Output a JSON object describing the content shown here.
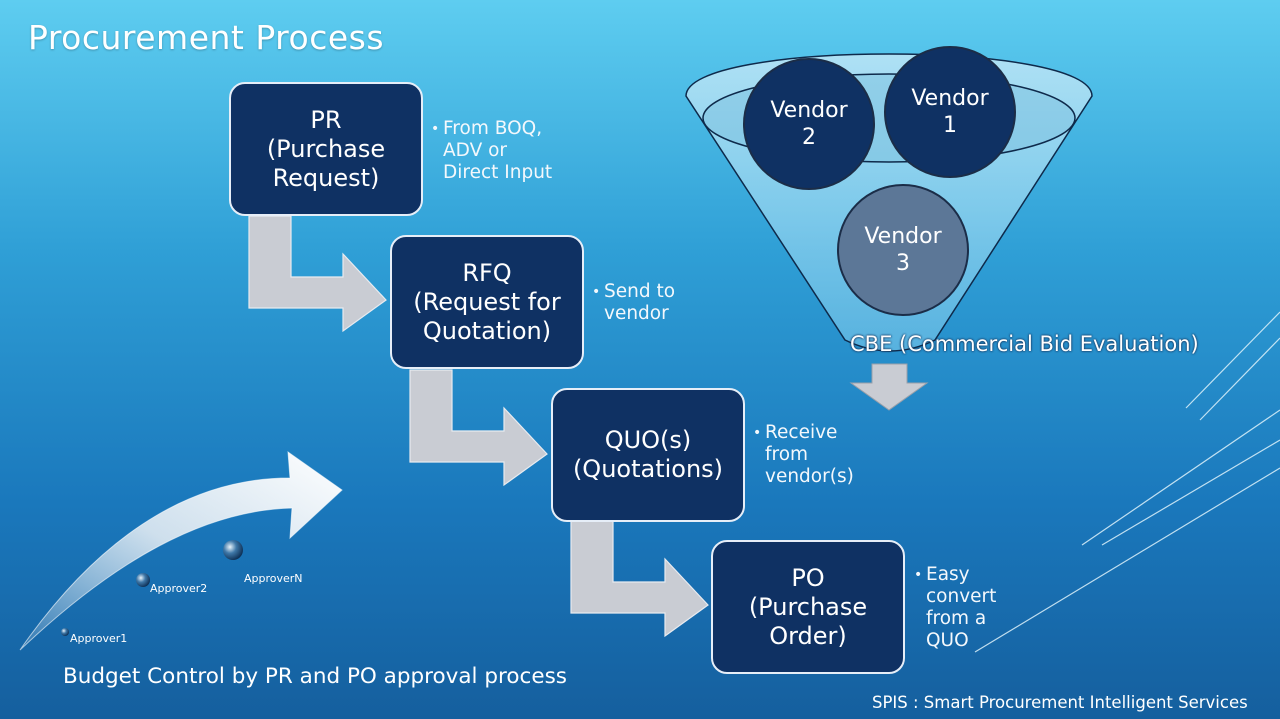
{
  "title": "Procurement Process",
  "steps": [
    {
      "lines": [
        "PR",
        "(Purchase",
        "Request)"
      ],
      "note": [
        "From BOQ,",
        "ADV or",
        "Direct Input"
      ]
    },
    {
      "lines": [
        "RFQ",
        "(Request for",
        "Quotation)"
      ],
      "note": [
        "Send to",
        "vendor"
      ]
    },
    {
      "lines": [
        "QUO(s)",
        "(Quotations)"
      ],
      "note": [
        "Receive",
        "from",
        "vendor(s)"
      ]
    },
    {
      "lines": [
        "PO",
        "(Purchase",
        "Order)"
      ],
      "note": [
        "Easy",
        "convert",
        "from a",
        "QUO"
      ]
    }
  ],
  "vendors": [
    {
      "lines": [
        "Vendor",
        "2"
      ]
    },
    {
      "lines": [
        "Vendor",
        "1"
      ]
    },
    {
      "lines": [
        "Vendor",
        "3"
      ]
    }
  ],
  "cbe_label": "CBE (Commercial Bid Evaluation)",
  "approvers": [
    "Approver1",
    "Approver2",
    "ApproverN"
  ],
  "budget_text": "Budget Control by PR and PO approval process",
  "footer": "SPIS : Smart Procurement Intelligent Services",
  "colors": {
    "box": "#0f3163",
    "vendor_dark": "#0f3163",
    "vendor_light": "#5c7797",
    "arrow": "#c9ccd3"
  }
}
